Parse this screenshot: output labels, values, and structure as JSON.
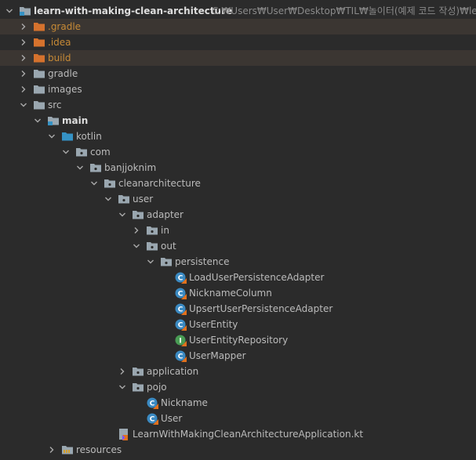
{
  "project": {
    "name": "learn-with-making-clean-architecture",
    "path": "C:₩Users₩User₩Desktop₩TIL₩놀이터(예제 코드 작성)₩learn-w"
  },
  "tree": [
    {
      "label": ".gradle",
      "depth": 1,
      "expanded": false,
      "icon": "folder-orange-icon",
      "excluded": true
    },
    {
      "label": ".idea",
      "depth": 1,
      "expanded": false,
      "icon": "folder-orange-icon",
      "excluded": false
    },
    {
      "label": "build",
      "depth": 1,
      "expanded": false,
      "icon": "folder-orange-icon",
      "excluded": true
    },
    {
      "label": "gradle",
      "depth": 1,
      "expanded": false,
      "icon": "folder-icon"
    },
    {
      "label": "images",
      "depth": 1,
      "expanded": false,
      "icon": "folder-icon"
    },
    {
      "label": "src",
      "depth": 1,
      "expanded": true,
      "icon": "folder-icon"
    },
    {
      "label": "main",
      "depth": 2,
      "expanded": true,
      "icon": "module-folder-icon",
      "bold": true
    },
    {
      "label": "kotlin",
      "depth": 3,
      "expanded": true,
      "icon": "source-folder-icon"
    },
    {
      "label": "com",
      "depth": 4,
      "expanded": true,
      "icon": "package-icon"
    },
    {
      "label": "banjjoknim",
      "depth": 5,
      "expanded": true,
      "icon": "package-icon"
    },
    {
      "label": "cleanarchitecture",
      "depth": 6,
      "expanded": true,
      "icon": "package-icon"
    },
    {
      "label": "user",
      "depth": 7,
      "expanded": true,
      "icon": "package-icon"
    },
    {
      "label": "adapter",
      "depth": 8,
      "expanded": true,
      "icon": "package-icon"
    },
    {
      "label": "in",
      "depth": 9,
      "expanded": false,
      "icon": "package-icon"
    },
    {
      "label": "out",
      "depth": 9,
      "expanded": true,
      "icon": "package-icon"
    },
    {
      "label": "persistence",
      "depth": 10,
      "expanded": true,
      "icon": "package-icon"
    },
    {
      "label": "LoadUserPersistenceAdapter",
      "depth": 11,
      "icon": "kotlin-class-icon"
    },
    {
      "label": "NicknameColumn",
      "depth": 11,
      "icon": "kotlin-class-icon"
    },
    {
      "label": "UpsertUserPersistenceAdapter",
      "depth": 11,
      "icon": "kotlin-class-icon"
    },
    {
      "label": "UserEntity",
      "depth": 11,
      "icon": "kotlin-class-icon"
    },
    {
      "label": "UserEntityRepository",
      "depth": 11,
      "icon": "kotlin-interface-icon"
    },
    {
      "label": "UserMapper",
      "depth": 11,
      "icon": "kotlin-class-icon"
    },
    {
      "label": "application",
      "depth": 8,
      "expanded": false,
      "icon": "package-icon"
    },
    {
      "label": "pojo",
      "depth": 8,
      "expanded": true,
      "icon": "package-icon"
    },
    {
      "label": "Nickname",
      "depth": 9,
      "icon": "kotlin-class-icon"
    },
    {
      "label": "User",
      "depth": 9,
      "icon": "kotlin-class-icon"
    },
    {
      "label": "LearnWithMakingCleanArchitectureApplication.kt",
      "depth": 7,
      "icon": "kotlin-file-icon"
    },
    {
      "label": "resources",
      "depth": 3,
      "expanded": false,
      "icon": "resources-folder-icon"
    }
  ],
  "colors": {
    "background": "#2b2b2b",
    "excluded_row": "#3b3632",
    "folder": "#9aa7b0",
    "folder_orange": "#d5722d",
    "source_folder": "#3592c4",
    "kotlin_class": "#3b8ac2",
    "kotlin_interface": "#499c54",
    "text": "#bbbbbb"
  }
}
